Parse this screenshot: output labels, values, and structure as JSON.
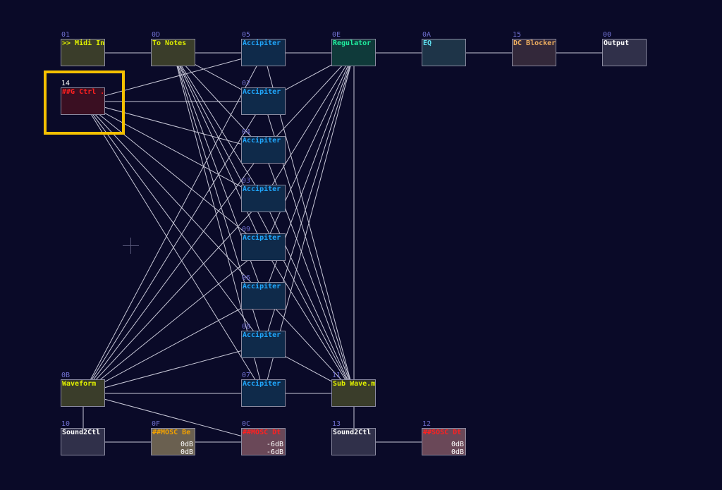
{
  "nodes": [
    {
      "id": "01",
      "label": ">> Midi In",
      "text_color": "#e0f000",
      "fill": "#3a3d2a"
    },
    {
      "id": "0D",
      "label": "To Notes",
      "text_color": "#e0f000",
      "fill": "#3a3d2a"
    },
    {
      "id": "05",
      "label": "Accipiter .e",
      "text_color": "#20a8ff",
      "fill": "#0f2a4a"
    },
    {
      "id": "0E",
      "label": "Regulator",
      "text_color": "#20f0a0",
      "fill": "#0f3a3a"
    },
    {
      "id": "0A",
      "label": "EQ",
      "text_color": "#60e0f0",
      "fill": "#1e3448"
    },
    {
      "id": "15",
      "label": "DC Blocker",
      "text_color": "#f0b060",
      "fill": "#33283a"
    },
    {
      "id": "00",
      "label": "Output",
      "text_color": "#ffffff",
      "fill": "#30304a"
    },
    {
      "id": "14",
      "label": "##G Ctrl .e",
      "text_color": "#ff2020",
      "fill": "#3a0f22",
      "id_color": "#ffffff"
    },
    {
      "id": "02",
      "label": "Accipiter .e",
      "text_color": "#20a8ff",
      "fill": "#0f2a4a"
    },
    {
      "id": "04",
      "label": "Accipiter .e",
      "text_color": "#20a8ff",
      "fill": "#0f2a4a"
    },
    {
      "id": "03",
      "label": "Accipiter .e",
      "text_color": "#20a8ff",
      "fill": "#0f2a4a"
    },
    {
      "id": "09",
      "label": "Accipiter .e",
      "text_color": "#20a8ff",
      "fill": "#0f2a4a"
    },
    {
      "id": "06",
      "label": "Accipiter .e",
      "text_color": "#20a8ff",
      "fill": "#0f2a4a"
    },
    {
      "id": "08",
      "label": "Accipiter .e",
      "text_color": "#20a8ff",
      "fill": "#0f2a4a"
    },
    {
      "id": "07",
      "label": "Accipiter .e",
      "text_color": "#20a8ff",
      "fill": "#0f2a4a"
    },
    {
      "id": "0B",
      "label": "Waveform",
      "text_color": "#e0f000",
      "fill": "#3a3d2a"
    },
    {
      "id": "11",
      "label": "Sub Wave.m",
      "text_color": "#e0f000",
      "fill": "#3a3d2a"
    },
    {
      "id": "10",
      "label": "Sound2Ctl",
      "text_color": "#ffffff",
      "fill": "#30304a"
    },
    {
      "id": "0F",
      "label": "##MOSC Be",
      "text_color": "#f0a000",
      "fill": "#6a6050",
      "values": [
        "0dB",
        "0dB"
      ]
    },
    {
      "id": "0C",
      "label": "##MOSC Dt",
      "text_color": "#ff2020",
      "fill": "#6a4858",
      "values": [
        "-6dB",
        "-6dB"
      ]
    },
    {
      "id": "13",
      "label": "Sound2Ctl",
      "text_color": "#ffffff",
      "fill": "#30304a"
    },
    {
      "id": "12",
      "label": "##SOSC Dt",
      "text_color": "#ff2020",
      "fill": "#6a4858",
      "values": [
        "0dB",
        "0dB"
      ]
    }
  ],
  "connections": [
    [
      "01",
      "0D"
    ],
    [
      "0D",
      "05"
    ],
    [
      "05",
      "0E"
    ],
    [
      "0E",
      "0A"
    ],
    [
      "0A",
      "15"
    ],
    [
      "15",
      "00"
    ],
    [
      "14",
      "05"
    ],
    [
      "14",
      "02"
    ],
    [
      "14",
      "04"
    ],
    [
      "14",
      "03"
    ],
    [
      "14",
      "09"
    ],
    [
      "14",
      "06"
    ],
    [
      "14",
      "08"
    ],
    [
      "14",
      "07"
    ],
    [
      "0D",
      "02"
    ],
    [
      "0D",
      "04"
    ],
    [
      "0D",
      "03"
    ],
    [
      "0D",
      "09"
    ],
    [
      "0D",
      "06"
    ],
    [
      "0D",
      "08"
    ],
    [
      "0D",
      "07"
    ],
    [
      "0D",
      "11"
    ],
    [
      "0B",
      "05"
    ],
    [
      "0B",
      "02"
    ],
    [
      "0B",
      "04"
    ],
    [
      "0B",
      "03"
    ],
    [
      "0B",
      "09"
    ],
    [
      "0B",
      "06"
    ],
    [
      "0B",
      "08"
    ],
    [
      "0B",
      "07"
    ],
    [
      "0B",
      "11"
    ],
    [
      "02",
      "0E"
    ],
    [
      "04",
      "0E"
    ],
    [
      "03",
      "0E"
    ],
    [
      "09",
      "0E"
    ],
    [
      "06",
      "0E"
    ],
    [
      "08",
      "0E"
    ],
    [
      "07",
      "0E"
    ],
    [
      "11",
      "0E"
    ],
    [
      "05",
      "11"
    ],
    [
      "02",
      "11"
    ],
    [
      "04",
      "11"
    ],
    [
      "03",
      "11"
    ],
    [
      "09",
      "11"
    ],
    [
      "06",
      "11"
    ],
    [
      "08",
      "11"
    ],
    [
      "07",
      "11"
    ],
    [
      "0B",
      "10"
    ],
    [
      "10",
      "0F"
    ],
    [
      "0F",
      "0C"
    ],
    [
      "11",
      "13"
    ],
    [
      "13",
      "12"
    ],
    [
      "0C",
      "0B"
    ]
  ],
  "selected_node": "14"
}
